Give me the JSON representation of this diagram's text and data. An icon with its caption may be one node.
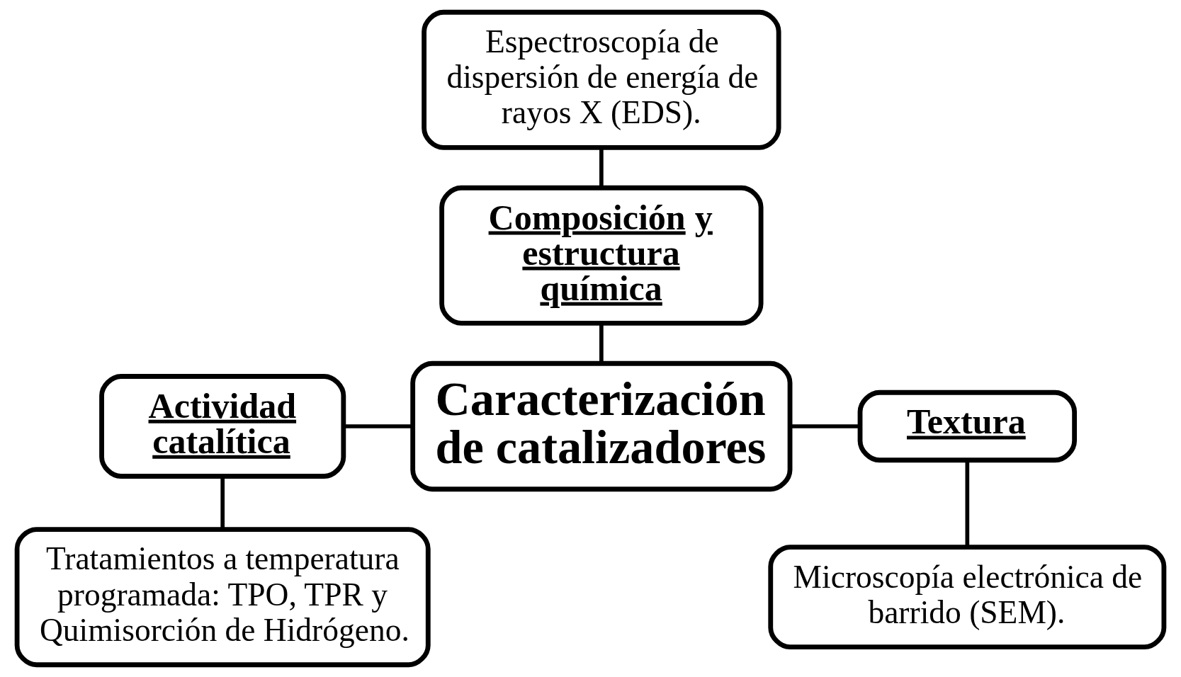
{
  "diagram": {
    "nodes": [
      {
        "text": [
          "Espectroscopía de dispersión de energía de rayos X (EDS)."
        ]
      },
      {
        "text": [
          "Composición y estructura química"
        ]
      },
      {
        "text": [
          "Actividad catalítica"
        ]
      },
      {
        "text": [
          "Caracterización de catalizadores"
        ]
      },
      {
        "text": [
          "Textura"
        ]
      },
      {
        "text": [
          "Tratamientos a temperatura programada: TPO, TPR y Quimisorción de Hidrógeno."
        ]
      },
      {
        "text": [
          "Microscopía electrónica de barrido (SEM)."
        ]
      }
    ],
    "edges": [
      {
        "from": 0,
        "to": 1,
        "arrow": "none"
      },
      {
        "from": 1,
        "to": 3,
        "arrow": "none"
      },
      {
        "from": 2,
        "to": 3,
        "arrow": "none"
      },
      {
        "from": 3,
        "to": 4,
        "arrow": "none"
      },
      {
        "from": 2,
        "to": 5,
        "arrow": "none"
      },
      {
        "from": 4,
        "to": 6,
        "arrow": "none"
      }
    ]
  }
}
